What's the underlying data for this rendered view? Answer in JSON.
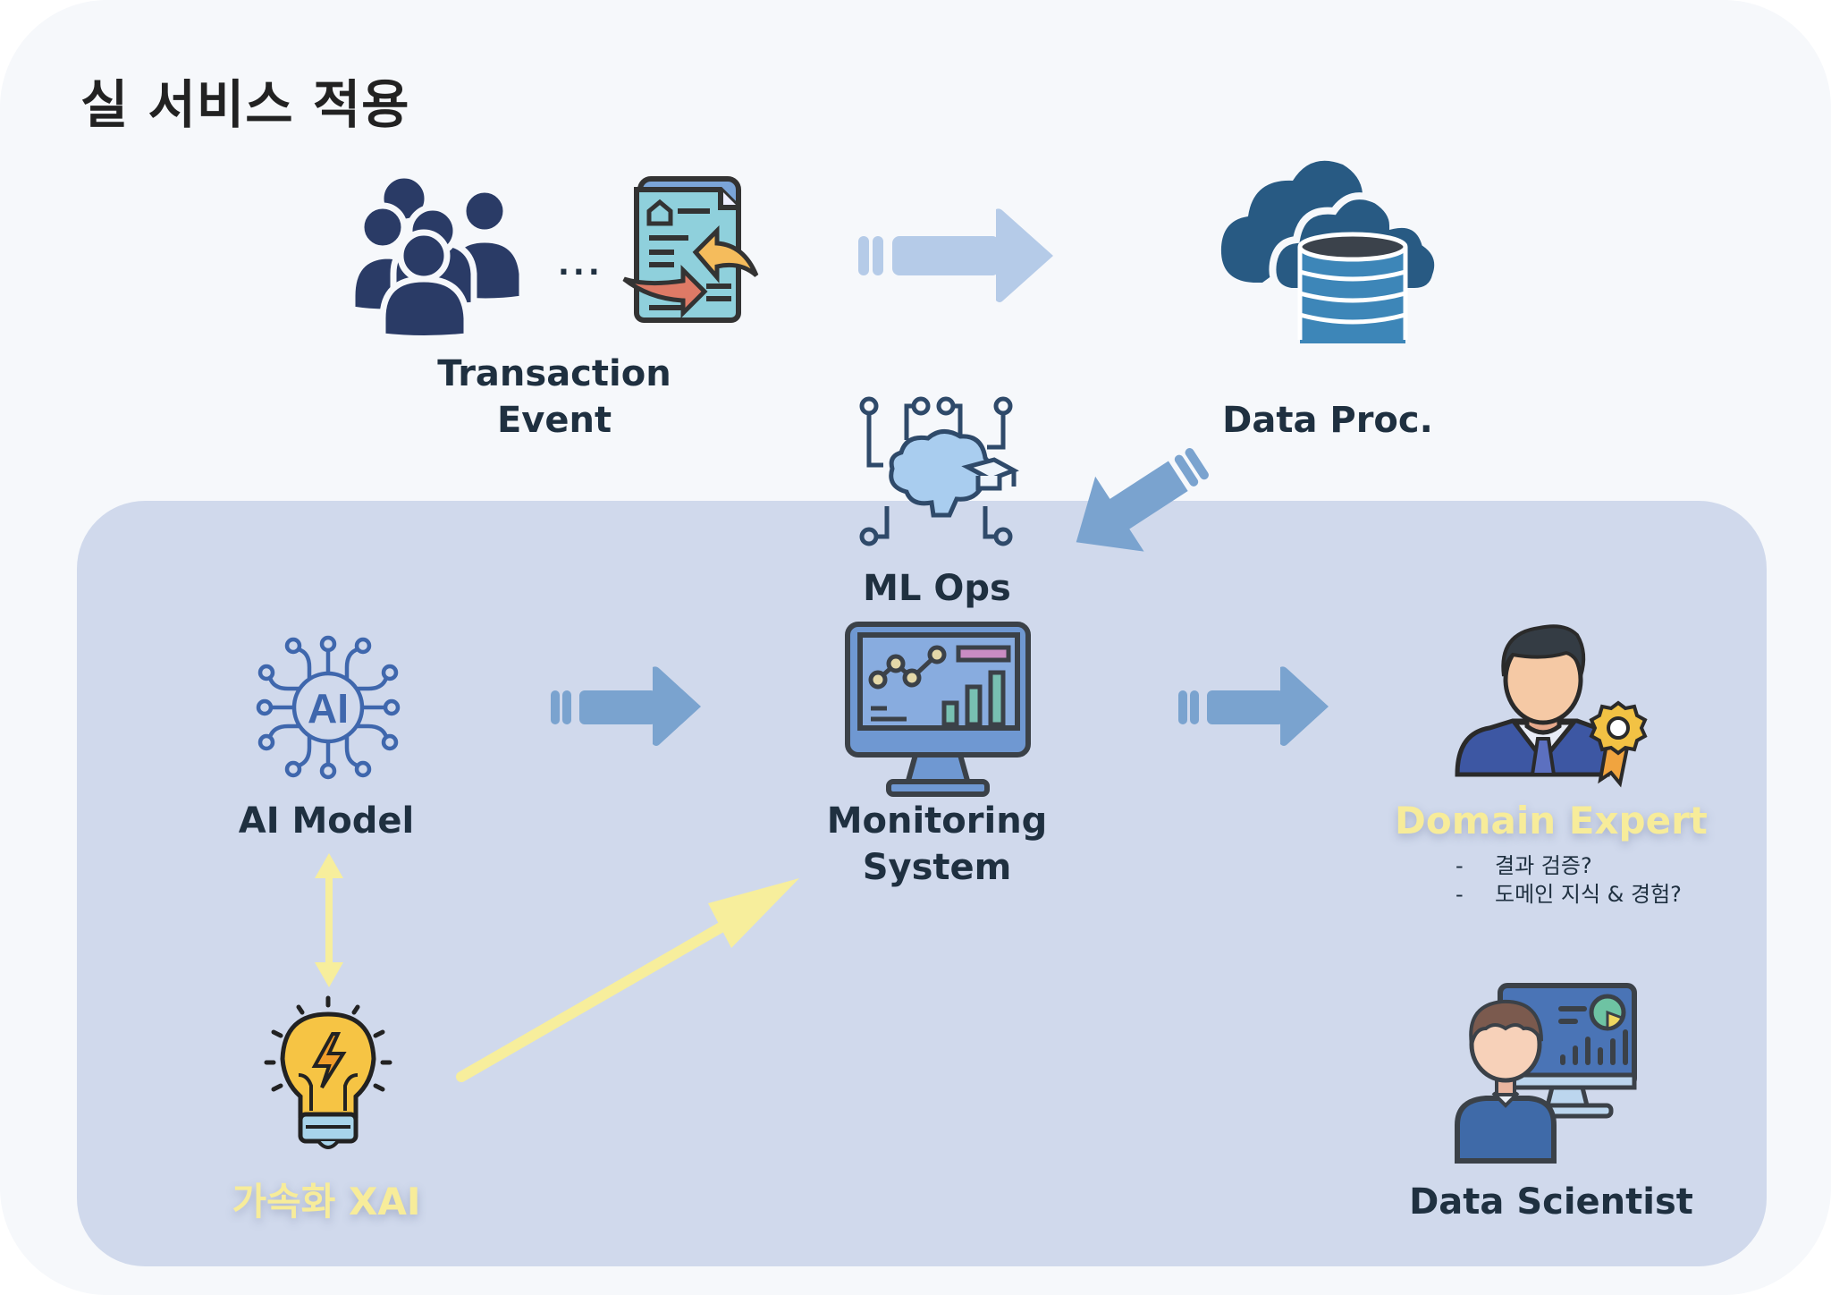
{
  "title": "실 서비스 적용",
  "colors": {
    "card_bg": "#f6f8fb",
    "panel_bg": "#d0d9ec",
    "arrow_light": "#b5cbe8",
    "arrow_mid": "#7aa3cf",
    "arrow_yellow": "#f7ee9c",
    "label_dark": "#1f3040",
    "label_yellow": "#f7ec9a",
    "icon_navy": "#2a3b66",
    "icon_cloud": "#285a83",
    "icon_db": "#3d86b8"
  },
  "nodes": {
    "transaction_event": {
      "label_line1": "Transaction",
      "label_line2": "Event",
      "ellipsis": "...",
      "icons": [
        "users-group-icon",
        "transaction-document-icon"
      ]
    },
    "data_proc": {
      "label": "Data Proc.",
      "icon": "cloud-database-icon"
    },
    "ml_ops": {
      "label": "ML Ops",
      "icon": "brain-circuit-graduation-icon"
    },
    "ai_model": {
      "label": "AI Model",
      "icon": "ai-chip-icon",
      "icon_text": "AI"
    },
    "monitoring_system": {
      "label_line1": "Monitoring",
      "label_line2": "System",
      "icon": "monitor-dashboard-icon"
    },
    "domain_expert": {
      "label": "Domain Expert",
      "icon": "expert-badge-icon",
      "notes": [
        {
          "bullet": "-",
          "text": "결과 검증?"
        },
        {
          "bullet": "-",
          "text": "도메인 지식 & 경험?"
        }
      ]
    },
    "data_scientist": {
      "label": "Data Scientist",
      "icon": "data-scientist-icon"
    },
    "xai": {
      "label": "가속화 XAI",
      "icon": "lightbulb-bolt-icon"
    }
  },
  "edges": [
    {
      "from": "transaction_event",
      "to": "data_proc",
      "style": "block-arrow-light"
    },
    {
      "from": "data_proc",
      "to": "ml_ops",
      "style": "block-arrow-mid"
    },
    {
      "from": "ai_model",
      "to": "monitoring_system",
      "style": "block-arrow-mid"
    },
    {
      "from": "monitoring_system",
      "to": "domain_expert",
      "style": "block-arrow-mid"
    },
    {
      "from": "ai_model",
      "to": "xai",
      "style": "double-arrow-yellow"
    },
    {
      "from": "xai",
      "to": "monitoring_system",
      "style": "thin-arrow-yellow"
    }
  ]
}
